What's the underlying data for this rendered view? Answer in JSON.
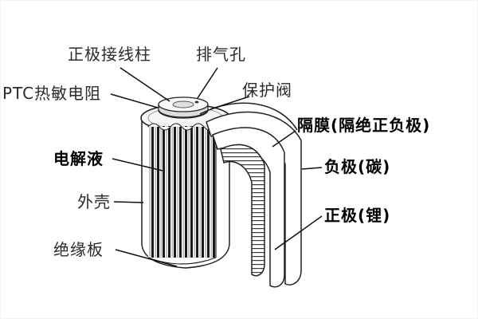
{
  "figure": {
    "type": "lithium-battery-cutaway-diagram",
    "background_color": "#ffffff",
    "line_color": "#1a1a1a",
    "text_color": "#2b2b2b",
    "bold_text_color": "#000000"
  },
  "labels": {
    "positive_terminal": "正极接线柱",
    "vent_hole": "排气孔",
    "ptc_thermistor": "PTC热敏电阻",
    "safety_valve": "保护阀",
    "separator": "隔膜(隔绝正负极)",
    "electrolyte": "电解液",
    "negative_electrode": "负极(碳)",
    "shell": "外壳",
    "positive_electrode": "正极(锂)",
    "insulating_plate": "绝缘板"
  }
}
